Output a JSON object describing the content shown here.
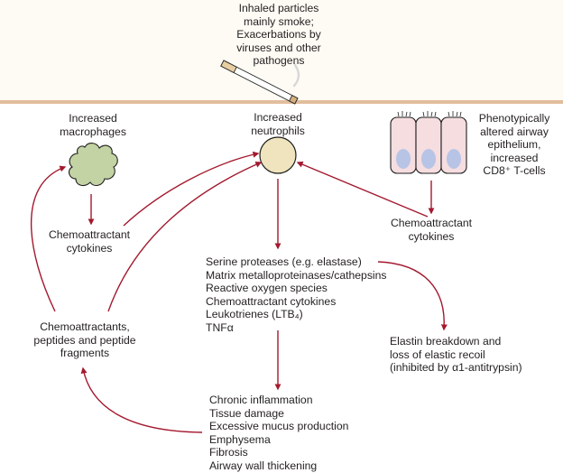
{
  "colors": {
    "arrow": "#a3192e",
    "divider": "#e2bd9d",
    "top_band": "#fdfbf4",
    "macrophage_fill": "#c3d3a4",
    "neutrophil_fill": "#efe4bd",
    "epithelium_fill": "#f5dde0",
    "nucleus_fill": "#b7c4e6"
  },
  "icons": {
    "cigarette": "cigarette-icon",
    "macrophage": "macrophage-cell-icon",
    "neutrophil": "neutrophil-cell-icon",
    "epithelium": "epithelial-cells-icon"
  },
  "nodes": {
    "stimulus": [
      "Inhaled particles",
      "mainly smoke;",
      "Exacerbations by",
      "viruses and other",
      "pathogens"
    ],
    "macrophages": [
      "Increased",
      "macrophages"
    ],
    "neutrophils": [
      "Increased",
      "neutrophils"
    ],
    "epithelium": [
      "Phenotypically",
      "altered airway",
      "epithelium,",
      "increased",
      "CD8⁺ T-cells"
    ],
    "macro_cytokines": [
      "Chemoattractant",
      "cytokines"
    ],
    "epi_cytokines": [
      "Chemoattractant",
      "cytokines"
    ],
    "chemoattractants": [
      "Chemoattractants,",
      "peptides and peptide",
      "fragments"
    ],
    "mediators": [
      "Serine proteases (e.g. elastase)",
      "Matrix metalloproteinases/cathepsins",
      "Reactive oxygen species",
      "Chemoattractant cytokines",
      "Leukotrienes (LTB₄)",
      "TNFα"
    ],
    "elastin": [
      "Elastin breakdown and",
      "loss of elastic recoil",
      "(inhibited by α1-antitrypsin)"
    ],
    "outcomes": [
      "Chronic inflammation",
      "Tissue damage",
      "Excessive mucus production",
      "Emphysema",
      "Fibrosis",
      "Airway wall thickening"
    ]
  },
  "edges": [
    {
      "from": "macrophages",
      "to": "macro_cytokines"
    },
    {
      "from": "macro_cytokines",
      "to": "neutrophils"
    },
    {
      "from": "chemoattractants",
      "to": "macrophages"
    },
    {
      "from": "chemoattractants",
      "to": "neutrophils"
    },
    {
      "from": "epithelium",
      "to": "epi_cytokines"
    },
    {
      "from": "epi_cytokines",
      "to": "neutrophils"
    },
    {
      "from": "neutrophils",
      "to": "mediators"
    },
    {
      "from": "mediators",
      "to": "elastin"
    },
    {
      "from": "mediators",
      "to": "outcomes"
    },
    {
      "from": "outcomes",
      "to": "chemoattractants"
    }
  ]
}
